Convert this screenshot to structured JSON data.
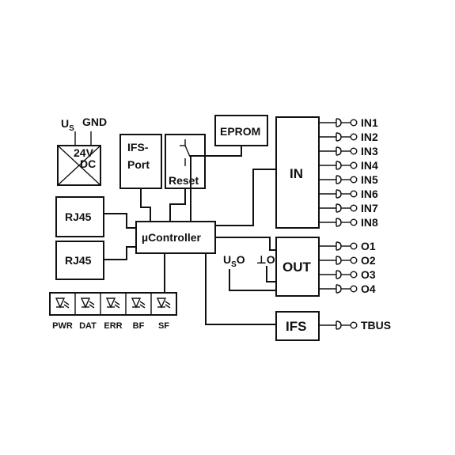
{
  "power": {
    "us_main": "U",
    "us_sub": "S",
    "gnd": "GND",
    "v1": "24V",
    "v2": "DC"
  },
  "ifs_port": {
    "line1": "IFS-",
    "line2": "Port"
  },
  "reset": "Reset",
  "eprom": "EPROM",
  "rj45_top": "RJ45",
  "rj45_bottom": "RJ45",
  "controller": "µController",
  "in_block": "IN",
  "out_block": "OUT",
  "ifs_block": "IFS",
  "inputs": [
    "IN1",
    "IN2",
    "IN3",
    "IN4",
    "IN5",
    "IN6",
    "IN7",
    "IN8"
  ],
  "outputs": [
    "O1",
    "O2",
    "O3",
    "O4"
  ],
  "tbus": "TBUS",
  "out_side": {
    "us_main": "U",
    "us_sub": "S",
    "us_suffix": "O",
    "ot_label": "⊥O"
  },
  "leds": [
    "PWR",
    "DAT",
    "ERR",
    "BF",
    "SF"
  ]
}
